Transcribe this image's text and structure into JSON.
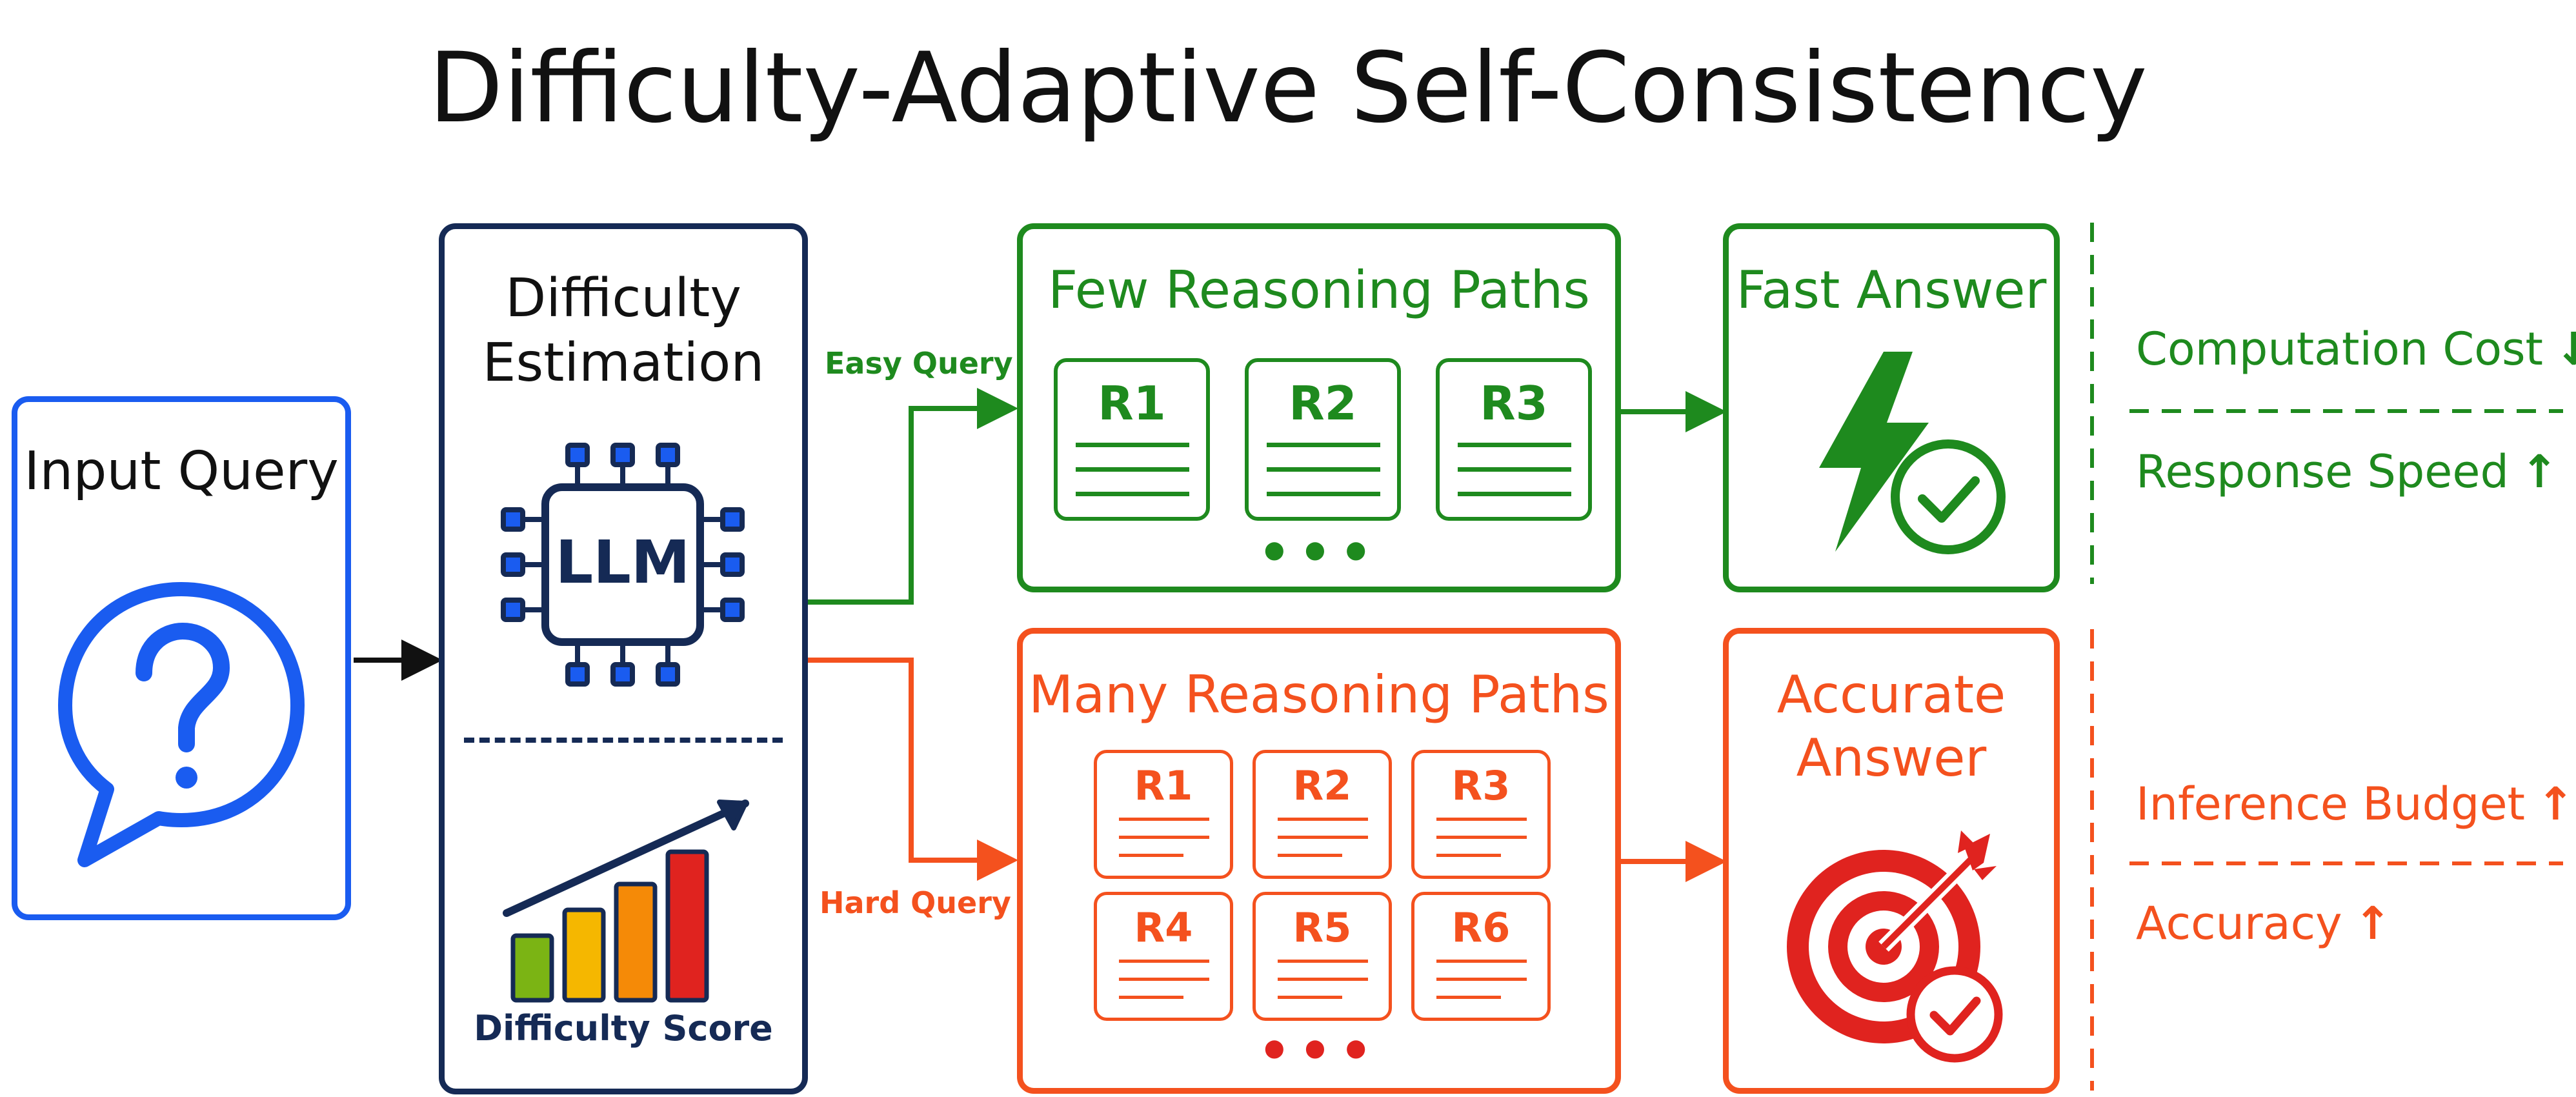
{
  "title": "Difficulty-Adaptive Self-Consistency",
  "colors": {
    "blue": "#1a5cf0",
    "navy": "#152a55",
    "green": "#1e8a1e",
    "orange": "#f4511e",
    "red": "#e0231f"
  },
  "input": {
    "label": "Input Query",
    "icon": "question-bubble-icon"
  },
  "estimation": {
    "label_line1": "Difficulty",
    "label_line2": "Estimation",
    "chip_text": "LLM",
    "chip_icon": "chip-icon",
    "score_label": "Difficulty Score",
    "chart_icon": "rising-bar-chart-icon"
  },
  "easy": {
    "query_label": "Easy Query",
    "paths_title": "Few Reasoning Paths",
    "paths": [
      "R1",
      "R2",
      "R3"
    ],
    "answer_title": "Fast Answer",
    "answer_icon": "lightning-check-icon",
    "metrics": [
      {
        "label": "Computation Cost",
        "direction": "down"
      },
      {
        "label": "Response Speed",
        "direction": "up"
      }
    ]
  },
  "hard": {
    "query_label": "Hard Query",
    "paths_title": "Many Reasoning Paths",
    "paths": [
      "R1",
      "R2",
      "R3",
      "R4",
      "R5",
      "R6"
    ],
    "answer_title_line1": "Accurate",
    "answer_title_line2": "Answer",
    "answer_icon": "target-check-icon",
    "metrics": [
      {
        "label": "Inference Budget",
        "direction": "up"
      },
      {
        "label": "Accuracy",
        "direction": "up"
      }
    ]
  }
}
